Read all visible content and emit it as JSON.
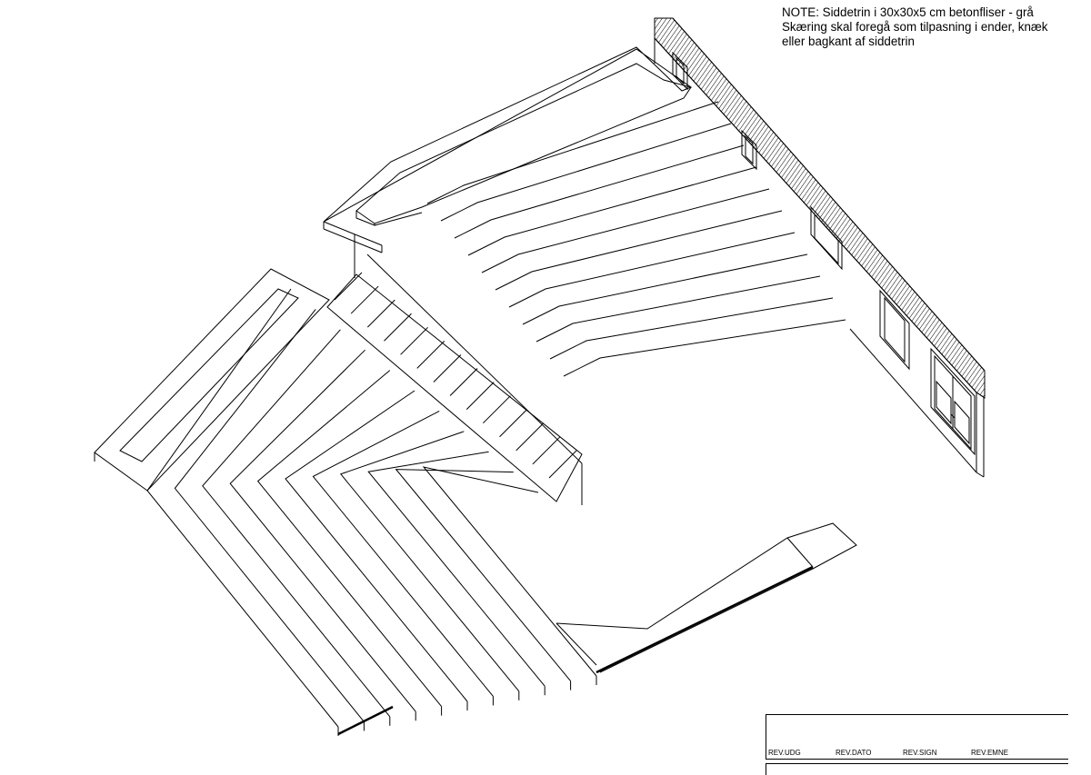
{
  "note": {
    "lines": [
      "NOTE: Siddetrin i 30x30x5 cm betonfliser - grå",
      "Skæring skal foregå som tilpasning i ender, knæk",
      "eller bagkant af siddetrin"
    ]
  },
  "title_block": {
    "rev_udg": "REV.UDG",
    "rev_dato": "REV.DATO",
    "rev_sign": "REV.SIGN",
    "rev_emne": "REV.EMNE"
  }
}
